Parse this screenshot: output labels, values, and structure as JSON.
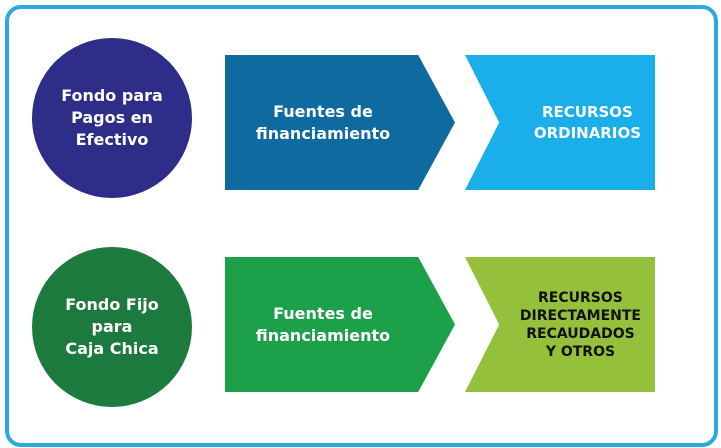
{
  "rows": [
    {
      "fund": "Fondo para\nPagos en\nEfectivo",
      "source": "Fuentes de\nfinanciamiento",
      "resource": "RECURSOS\nORDINARIOS"
    },
    {
      "fund": "Fondo Fijo\npara\nCaja Chica",
      "source": "Fuentes de\nfinanciamiento",
      "resource": "RECURSOS\nDIRECTAMENTE\nRECAUDADOS\nY OTROS"
    }
  ],
  "colors": {
    "border": "#2aaae3",
    "row1_circle": "#2e2d88",
    "row1_arrow": "#0f6aa0",
    "row1_chevron": "#1aaeea",
    "row2_circle": "#1c7a3e",
    "row2_arrow": "#1ca04a",
    "row2_chevron": "#94c03c"
  }
}
